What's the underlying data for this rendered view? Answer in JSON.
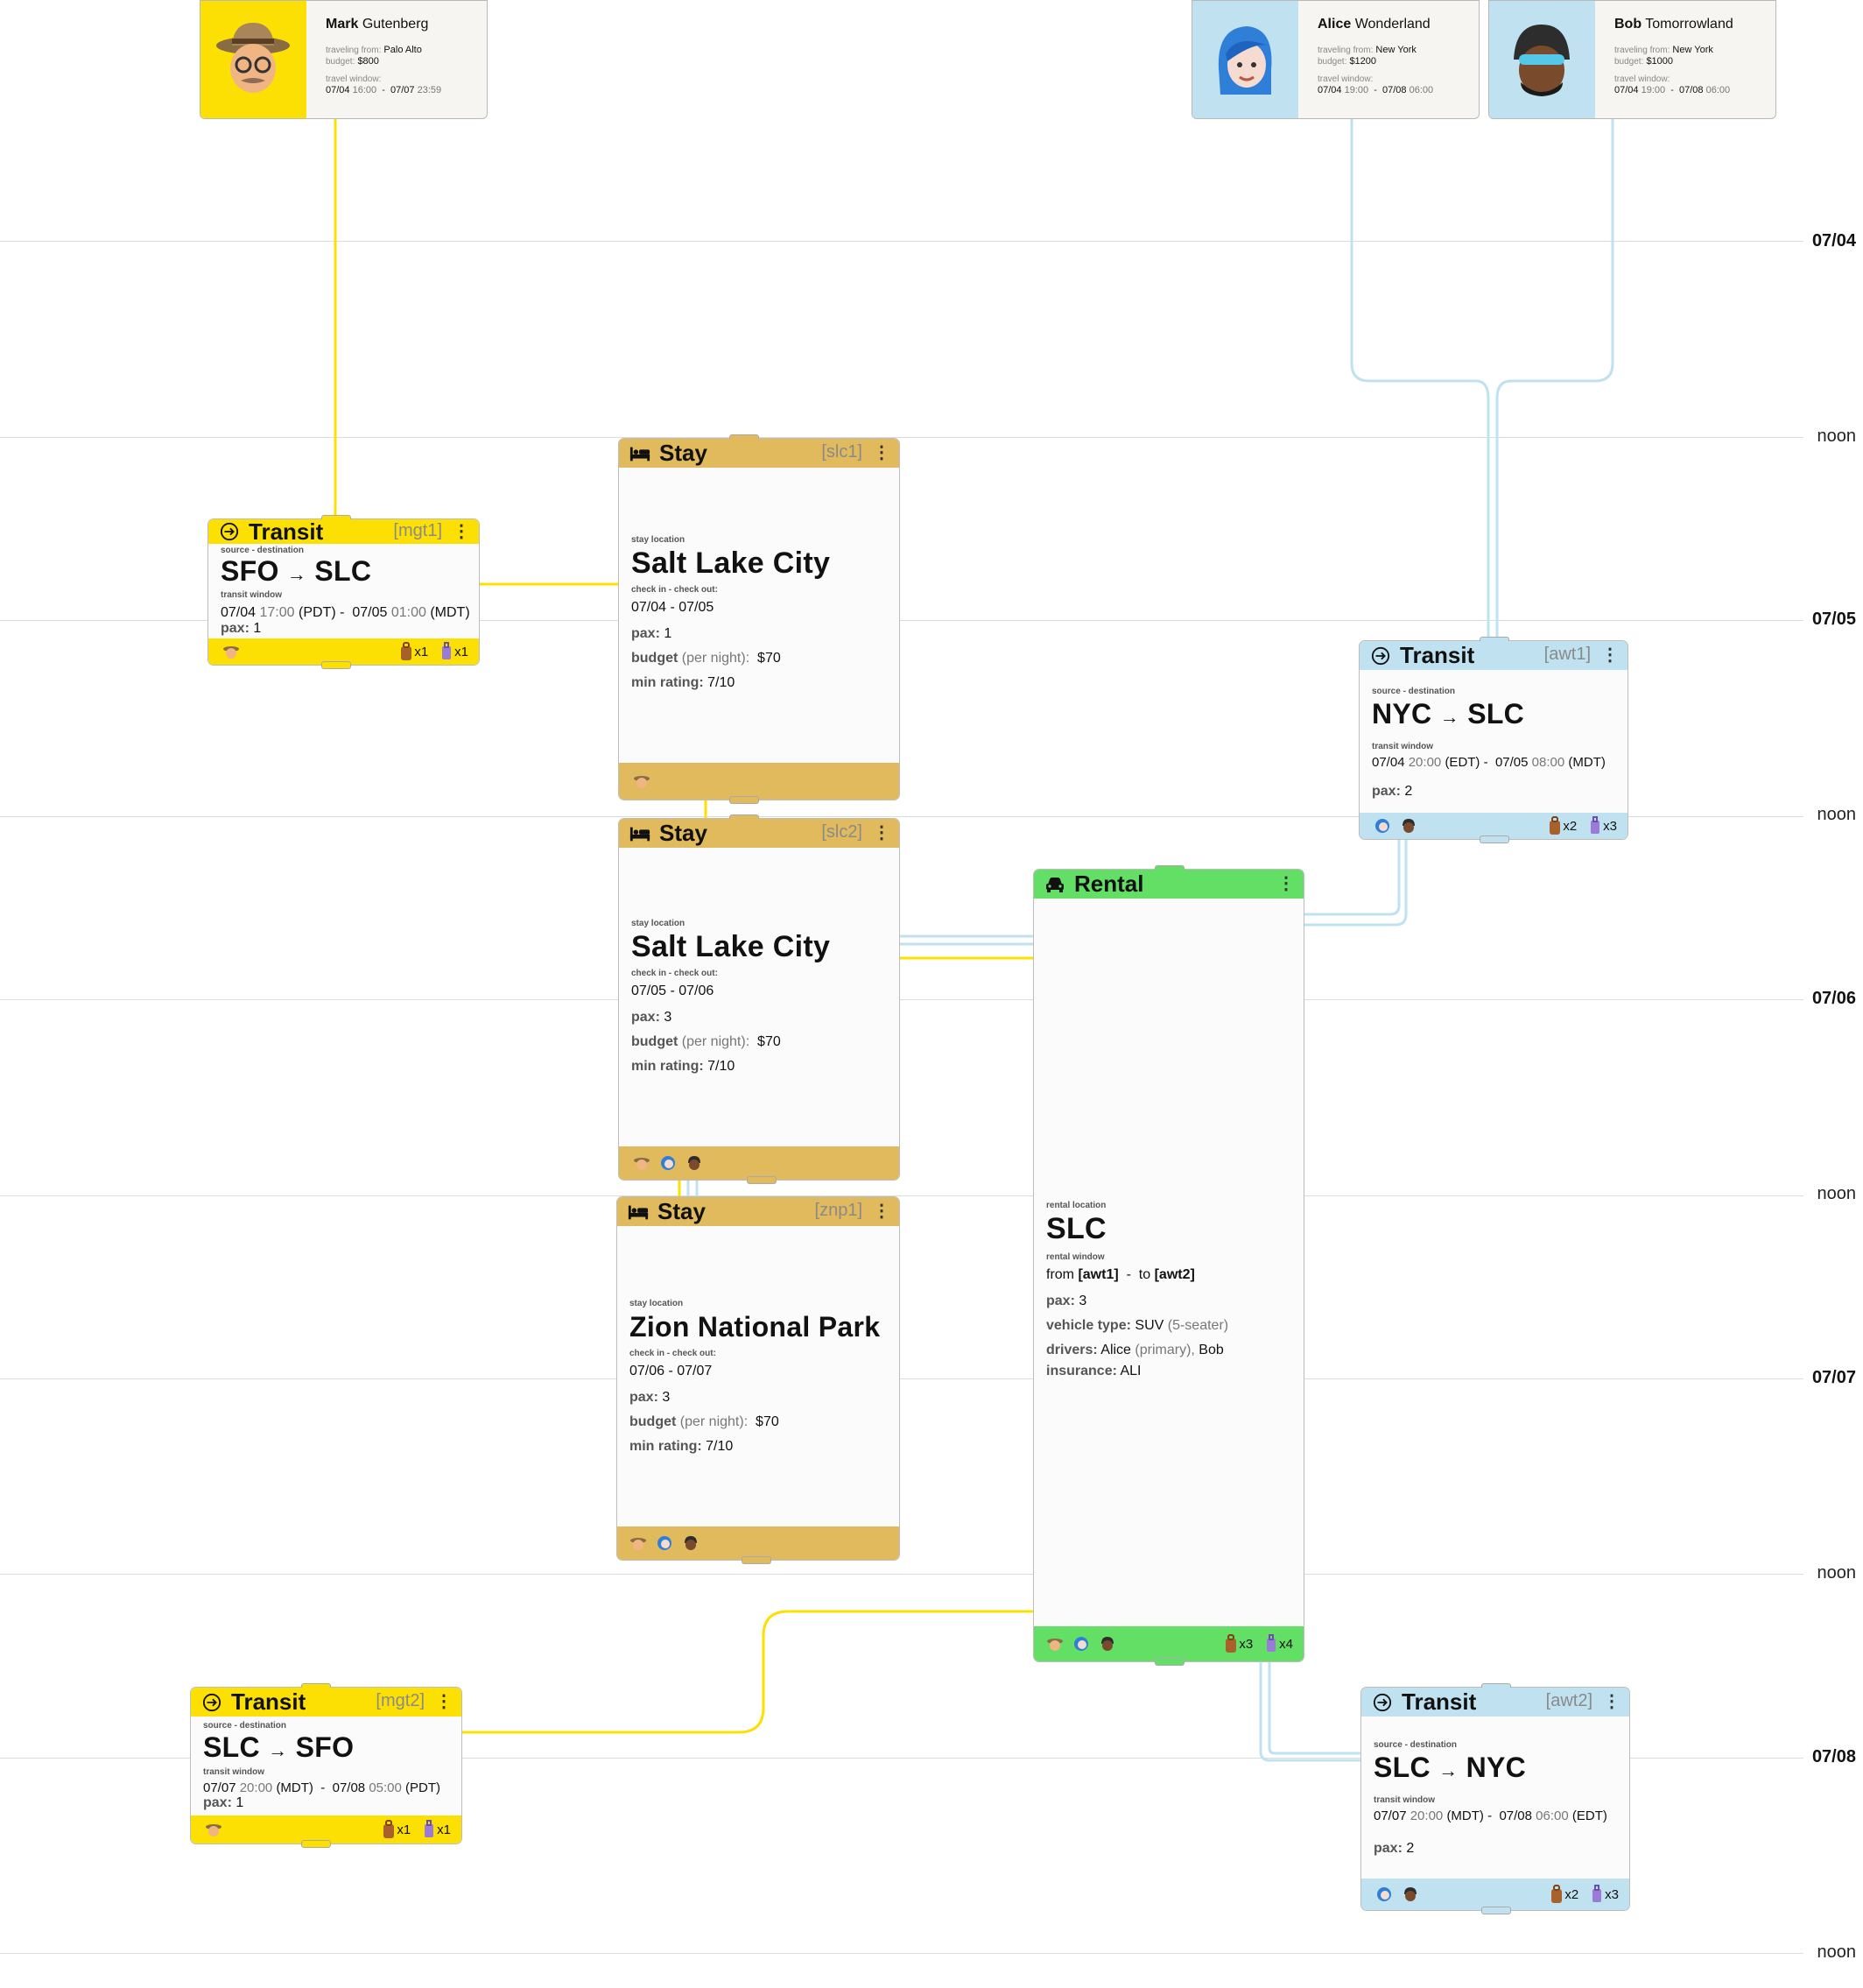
{
  "timeline": {
    "labels": [
      "07/04",
      "noon",
      "07/05",
      "noon",
      "07/06",
      "noon",
      "07/07",
      "noon",
      "07/08",
      "noon"
    ]
  },
  "travelers": [
    {
      "first": "Mark",
      "last": "Gutenberg",
      "from_label": "traveling from:",
      "from": "Palo Alto",
      "budget_label": "budget:",
      "budget": "$800",
      "window_label": "travel window:",
      "win_start_date": "07/04",
      "win_start_time": "16:00",
      "win_end_date": "07/07",
      "win_end_time": "23:59",
      "color": "#fde003"
    },
    {
      "first": "Alice",
      "last": "Wonderland",
      "from_label": "traveling from:",
      "from": "New York",
      "budget_label": "budget:",
      "budget": "$1200",
      "window_label": "travel window:",
      "win_start_date": "07/04",
      "win_start_time": "19:00",
      "win_end_date": "07/08",
      "win_end_time": "06:00",
      "color": "#bfe1f0"
    },
    {
      "first": "Bob",
      "last": "Tomorrowland",
      "from_label": "traveling from:",
      "from": "New York",
      "budget_label": "budget:",
      "budget": "$1000",
      "window_label": "travel window:",
      "win_start_date": "07/04",
      "win_start_time": "19:00",
      "win_end_date": "07/08",
      "win_end_time": "06:00",
      "color": "#bfe1f0"
    }
  ],
  "mgt1": {
    "title": "Transit",
    "code": "[mgt1]",
    "menu": "⋮",
    "sd_label": "source - destination",
    "from": "SFO",
    "to": "SLC",
    "arrow": "→",
    "tw_label": "transit window",
    "start_d": "07/04",
    "start_t": "17:00",
    "start_tz": "(PDT)",
    "sep": "-",
    "end_d": "07/05",
    "end_t": "01:00",
    "end_tz": "(MDT)",
    "pax_label": "pax:",
    "pax": "1",
    "bag1": "x1",
    "bag2": "x1"
  },
  "awt1": {
    "title": "Transit",
    "code": "[awt1]",
    "menu": "⋮",
    "sd_label": "source - destination",
    "from": "NYC",
    "to": "SLC",
    "arrow": "→",
    "tw_label": "transit window",
    "start_d": "07/04",
    "start_t": "20:00",
    "start_tz": "(EDT)",
    "sep": "-",
    "end_d": "07/05",
    "end_t": "08:00",
    "end_tz": "(MDT)",
    "pax_label": "pax:",
    "pax": "2",
    "bag1": "x2",
    "bag2": "x3"
  },
  "mgt2": {
    "title": "Transit",
    "code": "[mgt2]",
    "menu": "⋮",
    "sd_label": "source - destination",
    "from": "SLC",
    "to": "SFO",
    "arrow": "→",
    "tw_label": "transit window",
    "start_d": "07/07",
    "start_t": "20:00",
    "start_tz": "(MDT)",
    "sep": "-",
    "end_d": "07/08",
    "end_t": "05:00",
    "end_tz": "(PDT)",
    "pax_label": "pax:",
    "pax": "1",
    "bag1": "x1",
    "bag2": "x1"
  },
  "awt2": {
    "title": "Transit",
    "code": "[awt2]",
    "menu": "⋮",
    "sd_label": "source - destination",
    "from": "SLC",
    "to": "NYC",
    "arrow": "→",
    "tw_label": "transit window",
    "start_d": "07/07",
    "start_t": "20:00",
    "start_tz": "(MDT)",
    "sep": "-",
    "end_d": "07/08",
    "end_t": "06:00",
    "end_tz": "(EDT)",
    "pax_label": "pax:",
    "pax": "2",
    "bag1": "x2",
    "bag2": "x3"
  },
  "slc1": {
    "title": "Stay",
    "code": "[slc1]",
    "menu": "⋮",
    "loc_label": "stay location",
    "location": "Salt Lake City",
    "cc_label": "check in - check out:",
    "dates": "07/04 - 07/05",
    "pax_label": "pax:",
    "pax": "1",
    "budget_label": "budget",
    "budget_note": "(per night):",
    "budget": "$70",
    "rating_label": "min rating:",
    "rating": "7/10"
  },
  "slc2": {
    "title": "Stay",
    "code": "[slc2]",
    "menu": "⋮",
    "loc_label": "stay location",
    "location": "Salt Lake City",
    "cc_label": "check in - check out:",
    "dates": "07/05 - 07/06",
    "pax_label": "pax:",
    "pax": "3",
    "budget_label": "budget",
    "budget_note": "(per night):",
    "budget": "$70",
    "rating_label": "min rating:",
    "rating": "7/10"
  },
  "znp1": {
    "title": "Stay",
    "code": "[znp1]",
    "menu": "⋮",
    "loc_label": "stay location",
    "location": "Zion National Park",
    "cc_label": "check in - check out:",
    "dates": "07/06 - 07/07",
    "pax_label": "pax:",
    "pax": "3",
    "budget_label": "budget",
    "budget_note": "(per night):",
    "budget": "$70",
    "rating_label": "min rating:",
    "rating": "7/10"
  },
  "rental": {
    "title": "Rental",
    "menu": "⋮",
    "loc_label": "rental location",
    "location": "SLC",
    "rw_label": "rental window",
    "from_word": "from",
    "from_ref": "[awt1]",
    "dash": "-",
    "to_word": "to",
    "to_ref": "[awt2]",
    "pax_label": "pax:",
    "pax": "3",
    "vehicle_label": "vehicle type:",
    "vehicle": "SUV",
    "vehicle_note": "(5-seater)",
    "drivers_label": "drivers:",
    "driver1": "Alice",
    "driver1_note": "(primary),",
    "driver2": "Bob",
    "insurance_label": "insurance:",
    "insurance": "ALI",
    "bag1": "x3",
    "bag2": "x4"
  },
  "colors": {
    "mark": "#fde003",
    "alice_bob": "#bfe1f0",
    "stay": "#e0ba5c",
    "rental": "#62df64"
  },
  "icons": [
    "airplane-icon",
    "bed-icon",
    "car-icon",
    "kebab-menu-icon",
    "backpack-icon",
    "suitcase-icon",
    "avatar-mark",
    "avatar-alice",
    "avatar-bob"
  ]
}
